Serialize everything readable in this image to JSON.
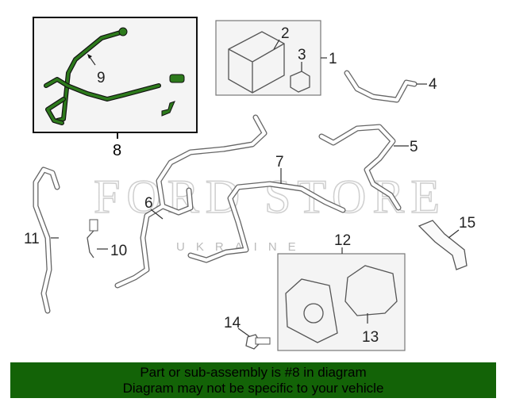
{
  "diagram": {
    "callouts": [
      "1",
      "2",
      "3",
      "4",
      "5",
      "6",
      "7",
      "8",
      "9",
      "10",
      "11",
      "12",
      "13",
      "14",
      "15"
    ],
    "watermark": {
      "line1": "FORD STORE",
      "line2": "UKRAINE"
    },
    "highlight_color": "#2d7a1c"
  },
  "banner": {
    "line1": "Part or sub-assembly is #8 in diagram",
    "line2": "Diagram may not be specific to your vehicle",
    "color": "#136307"
  }
}
